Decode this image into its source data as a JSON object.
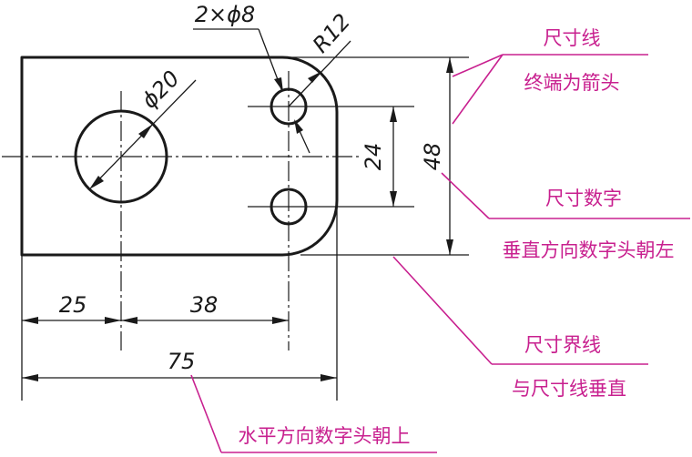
{
  "dimensions": {
    "holes": "2×ϕ8",
    "radius": "R12",
    "circle": "ϕ20",
    "hole_spacing": "24",
    "height": "48",
    "left_to_center": "25",
    "center_to_holes": "38",
    "width": "75"
  },
  "notes": {
    "dim_line_title": "尺寸线",
    "dim_line_desc": "终端为箭头",
    "dim_text_title": "尺寸数字",
    "dim_text_desc": "垂直方向数字头朝左",
    "ext_line_title": "尺寸界线",
    "ext_line_desc": "与尺寸线垂直",
    "horizontal_note": "水平方向数字头朝上"
  },
  "colors": {
    "line": "#1a1a1a",
    "annotation": "#c8208f"
  }
}
